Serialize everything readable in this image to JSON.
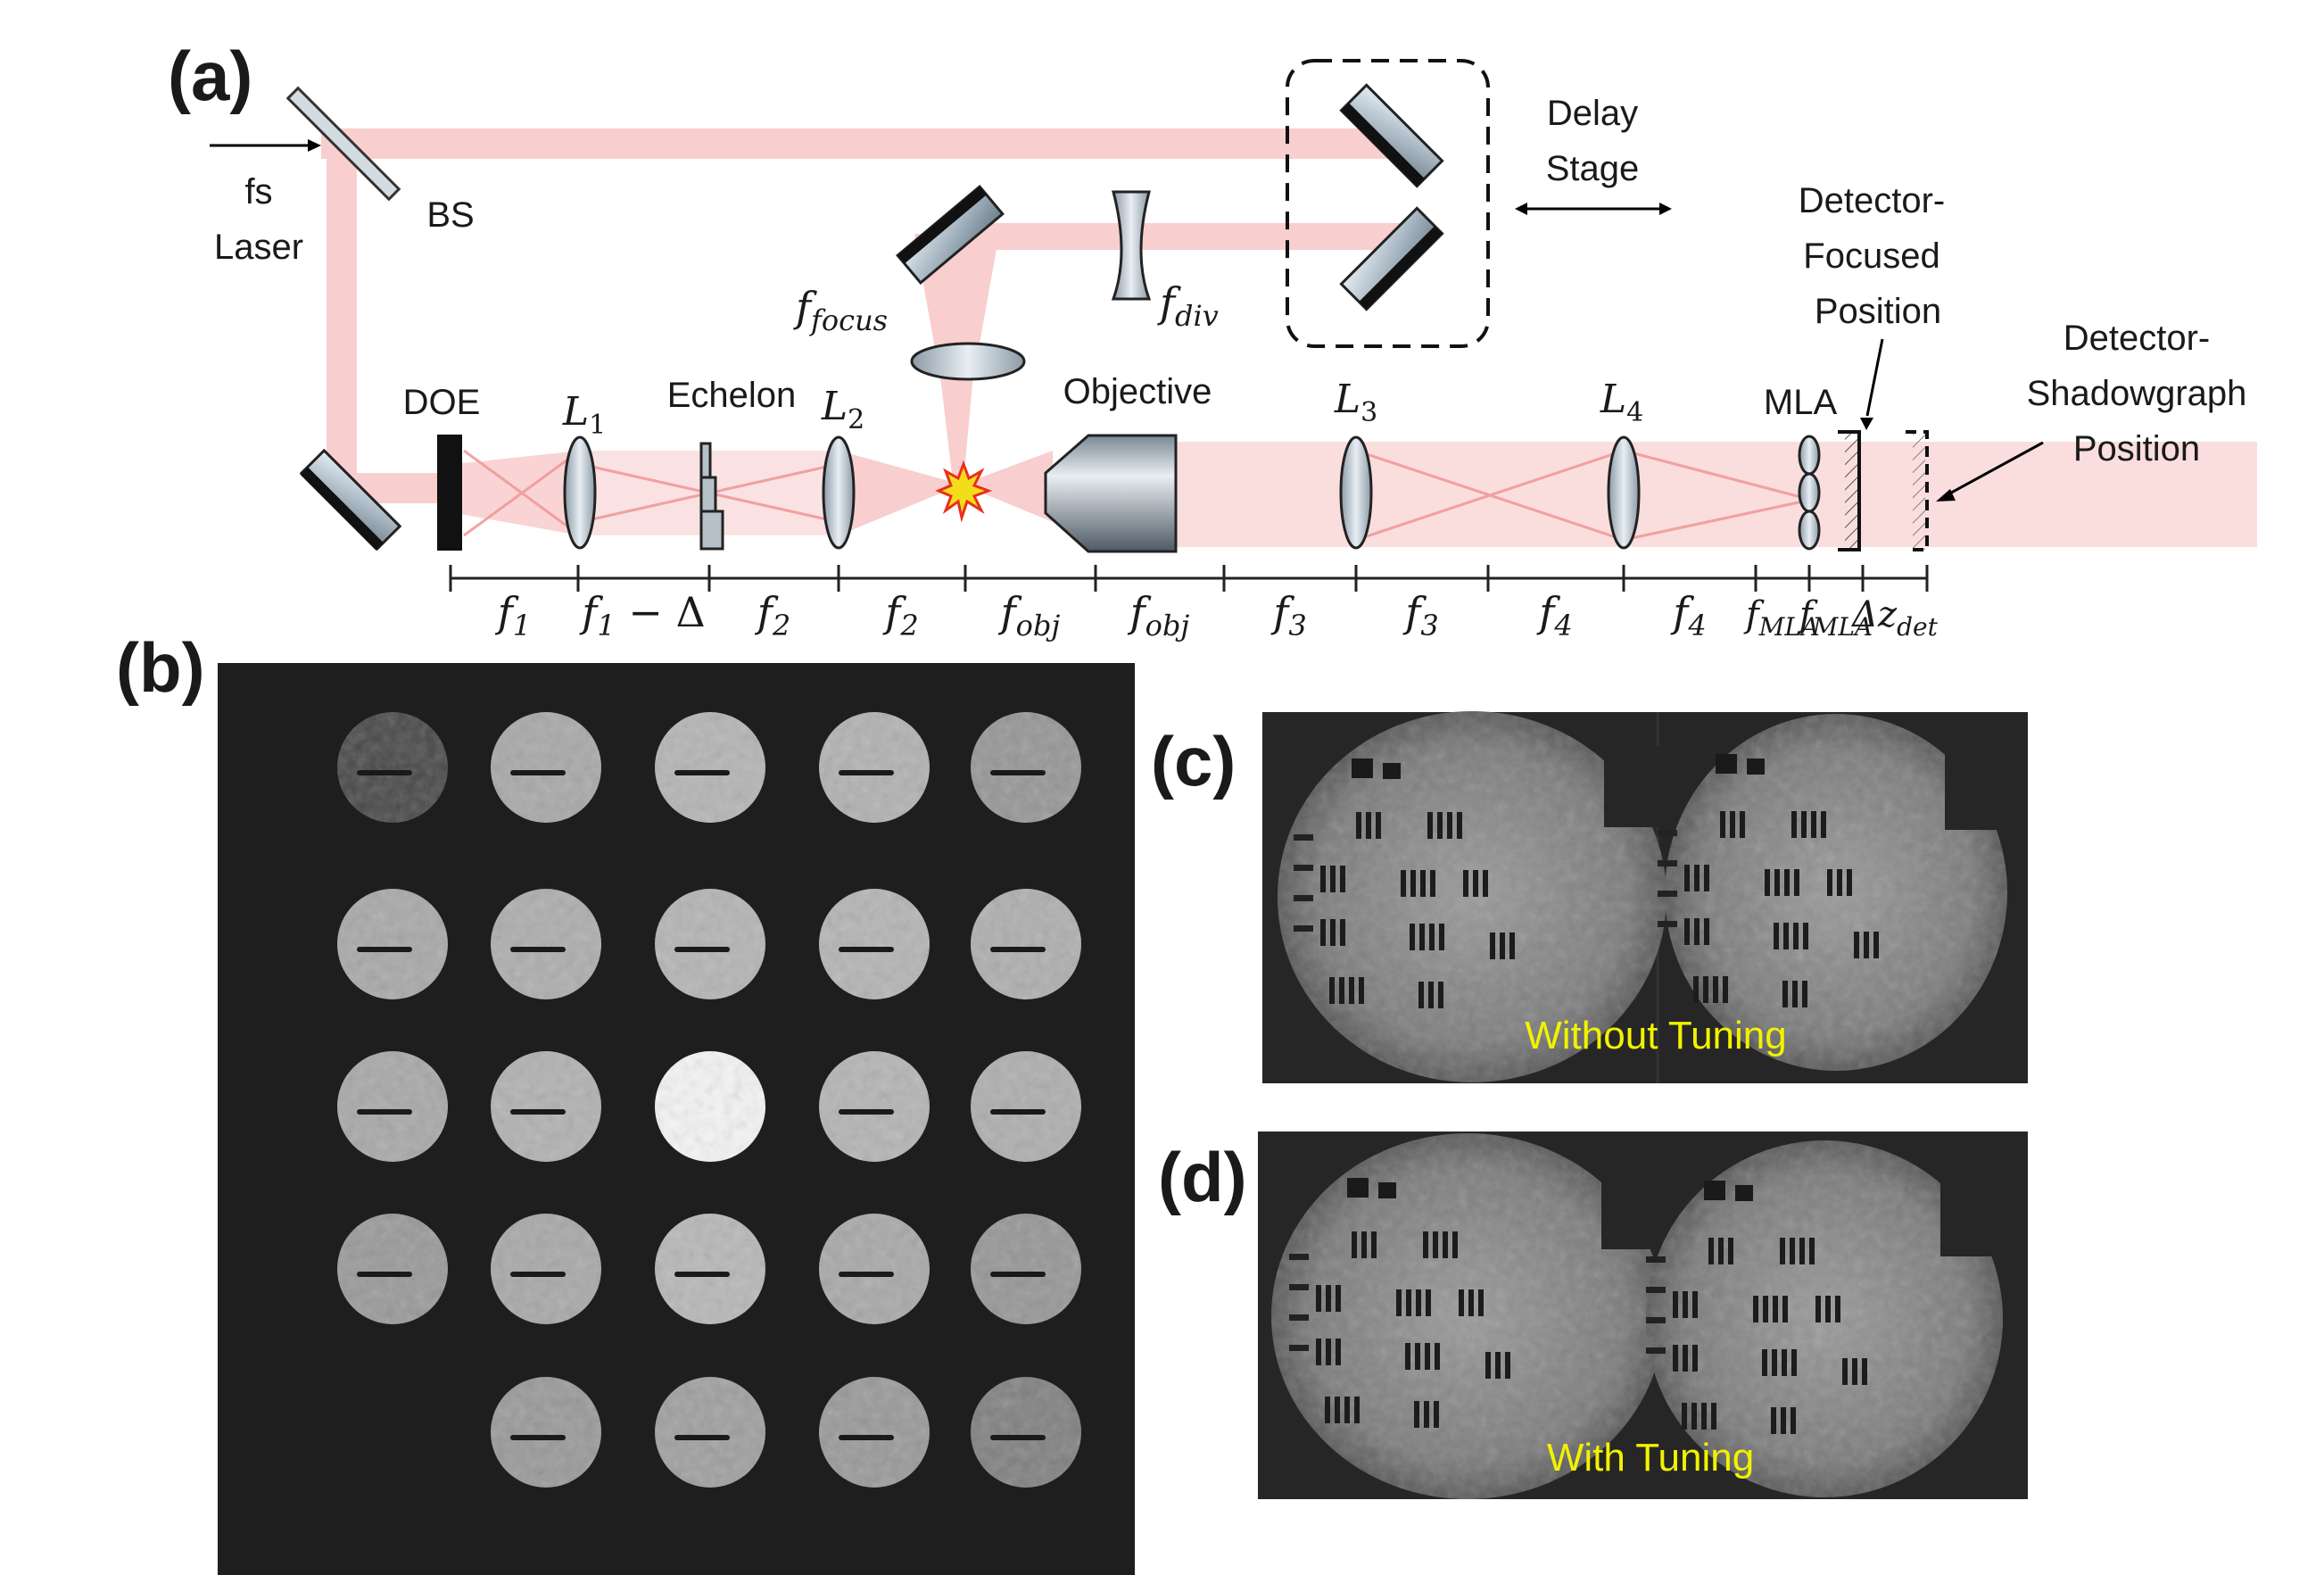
{
  "panels": {
    "a": "(a)",
    "b": "(b)",
    "c": "(c)",
    "d": "(d)"
  },
  "labels": {
    "fs": "fs",
    "laser": "Laser",
    "bs": "BS",
    "delay_line1": "Delay",
    "delay_line2": "Stage",
    "doe": "DOE",
    "echelon": "Echelon",
    "objective": "Objective",
    "mla": "MLA",
    "det_focused_1": "Detector-",
    "det_focused_2": "Focused",
    "det_focused_3": "Position",
    "det_shadow_1": "Detector-",
    "det_shadow_2": "Shadowgraph",
    "det_shadow_3": "Position"
  },
  "lens_labels": {
    "l1": {
      "base": "L",
      "sub": "1"
    },
    "l2": {
      "base": "L",
      "sub": "2"
    },
    "l3": {
      "base": "L",
      "sub": "3"
    },
    "l4": {
      "base": "L",
      "sub": "4"
    },
    "ffocus": {
      "base": "f",
      "sub": "focus"
    },
    "fdiv": {
      "base": "f",
      "sub": "div"
    }
  },
  "ruler": [
    {
      "base": "f",
      "sub": "1",
      "tail": ""
    },
    {
      "base": "f",
      "sub": "1",
      "tail": " − Δ"
    },
    {
      "base": "f",
      "sub": "2",
      "tail": ""
    },
    {
      "base": "f",
      "sub": "2",
      "tail": ""
    },
    {
      "base": "f",
      "sub": "obj",
      "tail": ""
    },
    {
      "base": "f",
      "sub": "obj",
      "tail": ""
    },
    {
      "base": "f",
      "sub": "3",
      "tail": ""
    },
    {
      "base": "f",
      "sub": "3",
      "tail": ""
    },
    {
      "base": "f",
      "sub": "4",
      "tail": ""
    },
    {
      "base": "f",
      "sub": "4",
      "tail": ""
    },
    {
      "base": "f",
      "sub": "MLA",
      "tail": ""
    },
    {
      "base": "f",
      "sub": "MLA",
      "tail": ""
    },
    {
      "base": "Δz",
      "sub": "det",
      "tail": ""
    }
  ],
  "captions": {
    "c": "Without Tuning",
    "d": "With Tuning"
  },
  "colors": {
    "beam": "#f7c6c6",
    "beam_dark": "#f0a0a0",
    "background_image": "#1e1e1e",
    "caption": "#f2f200"
  },
  "grid_b": {
    "rows": 5,
    "cols": 5,
    "brightness": [
      [
        0.08,
        0.72,
        0.8,
        0.78,
        0.6
      ],
      [
        0.72,
        0.75,
        0.8,
        0.8,
        0.76
      ],
      [
        0.72,
        0.78,
        1.0,
        0.8,
        0.76
      ],
      [
        0.62,
        0.72,
        0.82,
        0.72,
        0.6
      ],
      [
        0.0,
        0.62,
        0.66,
        0.62,
        0.45
      ]
    ]
  }
}
